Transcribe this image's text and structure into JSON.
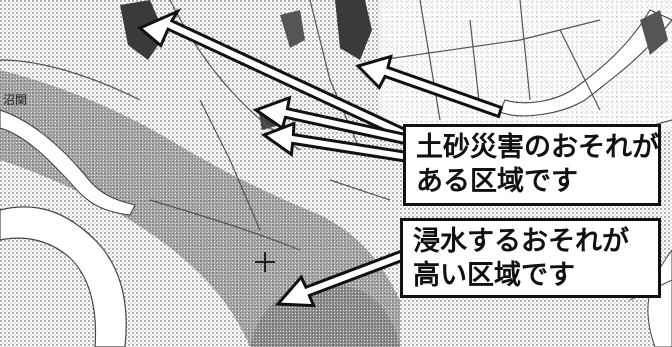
{
  "callouts": {
    "landslide": {
      "line1": "土砂災害のおそれが",
      "line2": "ある区域です"
    },
    "flood": {
      "line1": "浸水するおそれが",
      "line2": "高い区域です"
    }
  },
  "map_text": {
    "label_left": "沼関"
  },
  "colors": {
    "background": "#ffffff",
    "map_ink": "#333333",
    "hazard_shading": "#6e6e6e",
    "callout_border": "#111111",
    "callout_fill": "#ffffff"
  }
}
